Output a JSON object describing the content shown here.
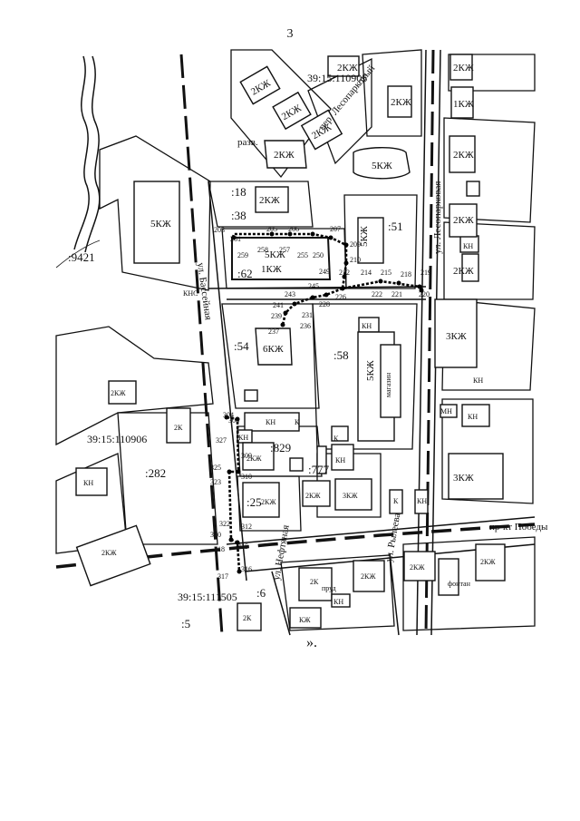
{
  "page_number": "3",
  "closing_mark": "».",
  "map": {
    "cadastral_blocks": [
      "39:15:110905",
      "39:15:110906",
      "39:15:111505"
    ],
    "streets": [
      "ул. Бассейная",
      "ул. Лесопарковая",
      "пер. Лесопарковый",
      "пр-кт Победы",
      "ул. Нефтяная",
      "ул. Рылеева"
    ],
    "parcels": [
      ":9421",
      ":18",
      ":38",
      ":62",
      ":51",
      ":54",
      ":58",
      ":829",
      ":777",
      ":25",
      ":282",
      ":6",
      ":5"
    ],
    "building_labels": {
      "b1": "2КЖ",
      "b2": "2КЖ",
      "b3": "2КЖ",
      "b4": "2КЖ",
      "b5": "2КЖ",
      "b6": "2КЖ",
      "b7": "1КЖ",
      "b8": "2КЖ",
      "b9": "5КЖ",
      "b10": "2КЖ",
      "b11": "5КЖ",
      "b12": "2КЖ",
      "b13": "КН",
      "b14": "2КЖ",
      "b15": "3КЖ",
      "b16": "6КЖ",
      "b17": "КН",
      "b18": "5КЖ",
      "b19": "магазин",
      "b20": "КН",
      "b21": "2КЖ",
      "b22": "2К",
      "b23": "КН",
      "b24": "КН",
      "b25": "2КЖ",
      "b26": "КН",
      "b27": "2КЖ",
      "b28": "3КЖ",
      "b29": "2КЖ",
      "b30": "КН",
      "b31": "3КЖ",
      "b32": "2КЖ",
      "b33": "2КЖ",
      "b34": "2К",
      "b35": "2КЖ",
      "b36": "2КЖ",
      "b37": "КЖ",
      "b38": "2К",
      "b39": "КН",
      "b40": "2КЖ",
      "b41": "КН",
      "b42": "КН",
      "b43": "К",
      "b44": "К",
      "b45": "КН",
      "b46": "МН",
      "b47": "КН",
      "b48": "КН",
      "b49": "К",
      "b50": "КН",
      "b51": "КН"
    },
    "misc_labels": {
      "kns": "КНС",
      "razv": "разв.",
      "fontan": "фонтан",
      "prim1": "пруд",
      "k1": "К"
    },
    "points": [
      "203",
      "205",
      "206",
      "207",
      "209",
      "210",
      "212",
      "214",
      "215",
      "218",
      "219",
      "220",
      "221",
      "222",
      "226",
      "228",
      "231",
      "236",
      "237",
      "239",
      "241",
      "243",
      "245",
      "249",
      "250",
      "255",
      "257",
      "258",
      "259",
      "261",
      "304",
      "306",
      "309",
      "310",
      "312",
      "315",
      "316",
      "317",
      "318",
      "320",
      "322",
      "323",
      "325",
      "327"
    ]
  }
}
